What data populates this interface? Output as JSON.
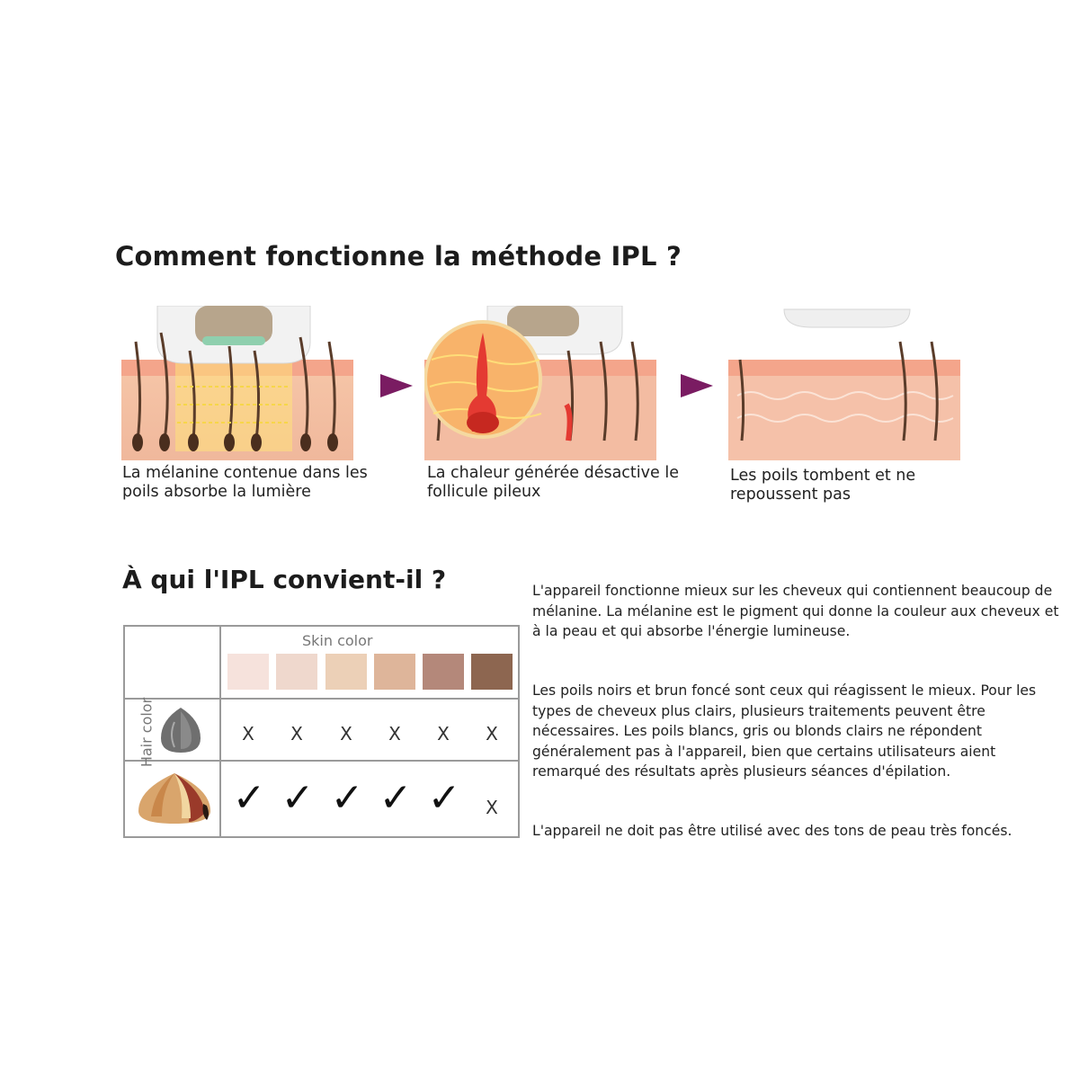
{
  "section1": {
    "title": "Comment fonctionne la méthode IPL ?",
    "steps": [
      {
        "caption": "La mélanine contenue dans les poils absorbe la lumière"
      },
      {
        "caption": "La chaleur générée désactive le follicule pileux"
      },
      {
        "caption": "Les poils tombent et ne repoussent pas"
      }
    ]
  },
  "section2": {
    "title": "À qui l'IPL convient-il ?",
    "paragraphs": [
      "L'appareil fonctionne mieux sur les cheveux qui contiennent beaucoup de mélanine. La mélanine est le pigment qui donne la couleur aux cheveux et à la peau et qui absorbe l'énergie lumineuse.",
      "Les poils noirs et brun foncé sont ceux qui réagissent le mieux. Pour les types de cheveux plus clairs, plusieurs traitements peuvent être nécessaires. Les poils blancs, gris ou blonds clairs ne répondent généralement pas à l'appareil, bien que certains utilisateurs aient remarqué des résultats après plusieurs séances d'épilation.",
      "L'appareil ne doit pas être utilisé avec des tons de peau très foncés."
    ],
    "table": {
      "skin_label": "Skin color",
      "hair_label": "Hair color",
      "skin_colors": [
        "#f6e2dc",
        "#efd8cd",
        "#ecd0b7",
        "#deb59a",
        "#b4887a",
        "#8d6650"
      ],
      "rows": [
        {
          "hair": "gray",
          "marks": [
            "X",
            "X",
            "X",
            "X",
            "X",
            "X"
          ]
        },
        {
          "hair": "blonde-brown-mix",
          "marks": [
            "✓",
            "✓",
            "✓",
            "✓",
            "✓",
            "X"
          ]
        }
      ]
    }
  },
  "colors": {
    "arrow": "#7a1c62"
  }
}
